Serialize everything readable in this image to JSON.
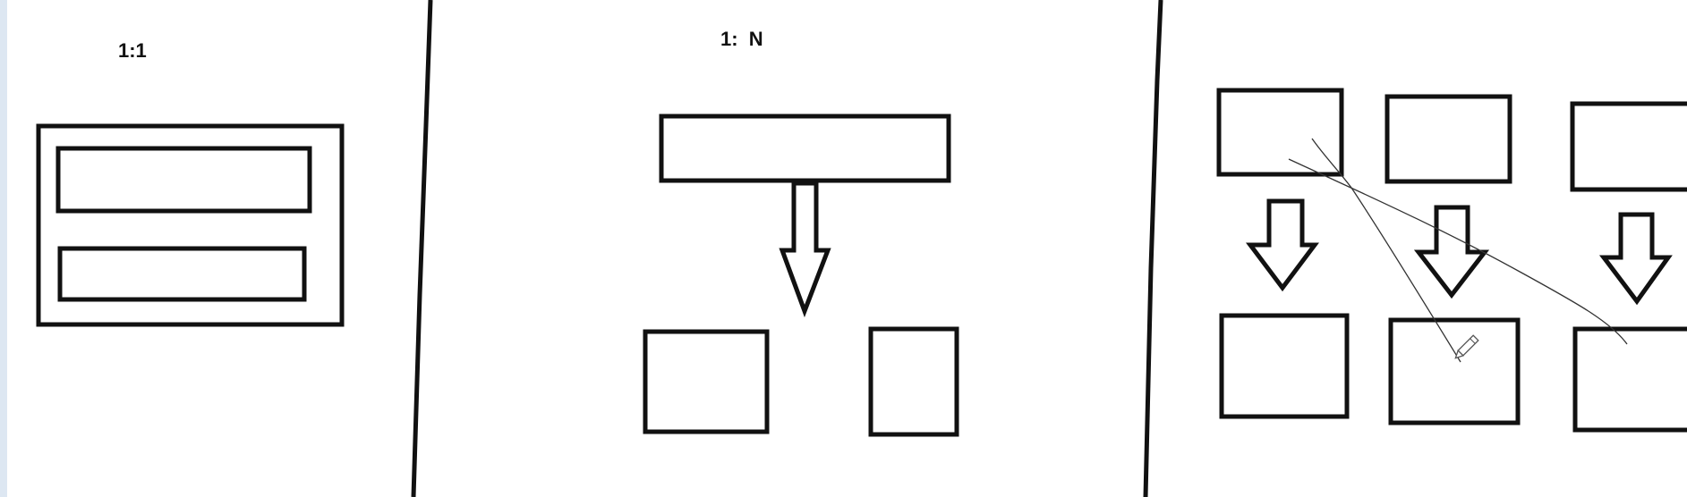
{
  "diagram": {
    "panels": [
      {
        "id": "one-to-one",
        "label": "1:1"
      },
      {
        "id": "one-to-many",
        "label": "1:  N"
      },
      {
        "id": "many-to-many",
        "label": ""
      }
    ],
    "colors": {
      "stroke": "#111111",
      "background": "#ffffff",
      "left_strip": "#dde7f2",
      "pen_stroke": "#333333"
    },
    "icons": [
      "down-arrow-icon",
      "pencil-cursor-icon"
    ]
  }
}
